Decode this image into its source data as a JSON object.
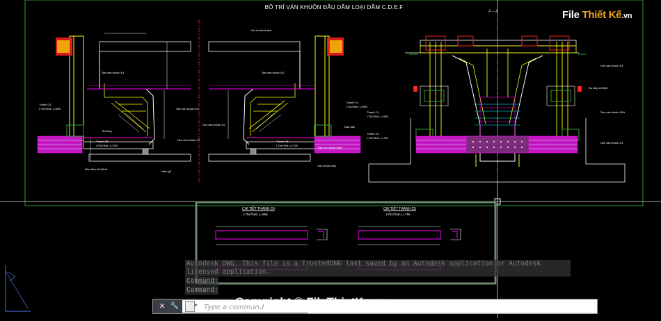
{
  "drawing": {
    "title": "BỐ TRÍ VÁN KHUÔN ĐẦU DẦM LOẠI DẦM C.D.E.F",
    "section_mark": "A – A",
    "details": [
      {
        "title": "CHI TIẾT THANH C4",
        "subtitle": "L75x75x8, L=555"
      },
      {
        "title": "CHI TIẾT THANH C5",
        "subtitle": "L75x75x8, L=755"
      }
    ]
  },
  "watermark": {
    "logo_part1": "File",
    "logo_part2": " Thiết Kế",
    "logo_part3": ".vn"
  },
  "command": {
    "history_message": "Autodesk DWG.  This file is a TrustedDWG last saved by an Autodesk application or Autodesk licensed application.",
    "history_line_1": "Command:",
    "history_line_2": "Command:",
    "placeholder": "Type a command",
    "close_glyph": "✕",
    "wrench_glyph": "🔧",
    "prompt_glyph": "▸"
  },
  "copyright": "Copyright © FileThietKe.vn",
  "colors": {
    "background": "#000000",
    "green_frame": "#2ea02e",
    "yellow": "#ffff00",
    "magenta": "#ff00ff",
    "cyan": "#00ffff",
    "red": "#ff2020",
    "white": "#ffffff",
    "viewport_border": "#6c8a6c"
  }
}
